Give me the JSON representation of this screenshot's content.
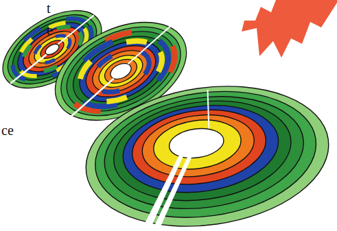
{
  "diagram": {
    "labels": [
      "t",
      "e",
      "ce"
    ]
  }
}
